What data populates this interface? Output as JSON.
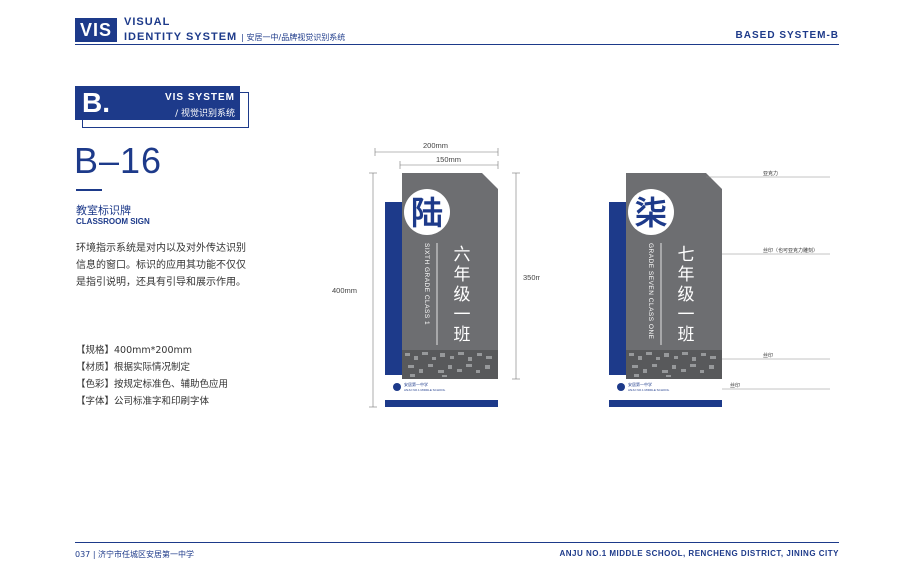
{
  "header": {
    "logo": "VIS",
    "line1": "VISUAL",
    "line2": "IDENTITY SYSTEM",
    "line2_cn": "| 安居一中/品牌视觉识别系统",
    "right": "BASED SYSTEM-B"
  },
  "section": {
    "letter": "B.",
    "title_en": "VIS SYSTEM",
    "title_cn": "/ 视觉识别系统",
    "code": "B–16",
    "subtitle_cn": "教室标识牌",
    "subtitle_en": "CLASSROOM SIGN",
    "description": "环境指示系统是对内以及对外传达识别信息的窗口。标识的应用其功能不仅仅是指引说明，还具有引导和展示作用。",
    "specs": [
      "【规格】400mm*200mm",
      "【材质】根据实际情况制定",
      "【色彩】按规定标准色、辅助色应用",
      "【字体】公司标准字和印刷字体"
    ]
  },
  "sign1": {
    "char": "陆",
    "cn_text": [
      "六",
      "年",
      "级",
      "一",
      "班"
    ],
    "en_text": "SIXTH GRADE CLASS 1",
    "school_label": "安居第一中学",
    "school_en": "ANJU NO.1 MIDDLE SCHOOL",
    "dim_w1": "200mm",
    "dim_w2": "150mm",
    "dim_h1": "400mm",
    "dim_h2": "350mm"
  },
  "sign2": {
    "char": "柒",
    "cn_text": [
      "七",
      "年",
      "级",
      "一",
      "班"
    ],
    "en_text": "GRADE SEVEN CLASS ONE",
    "school_label": "安居第一中学",
    "school_en": "ANJU NO.1 MIDDLE SCHOOL",
    "callouts": [
      "亚克力",
      "丝印（也可亚克力雕刻）",
      "丝印",
      "丝印"
    ]
  },
  "footer": {
    "left": "037  |  济宁市任城区安居第一中学",
    "right": "ANJU NO.1 MIDDLE SCHOOL, RENCHENG DISTRICT, JINING CITY"
  },
  "colors": {
    "brand_blue": "#1d3a8a",
    "sign_gray": "#6d6e71",
    "background": "#ffffff"
  }
}
